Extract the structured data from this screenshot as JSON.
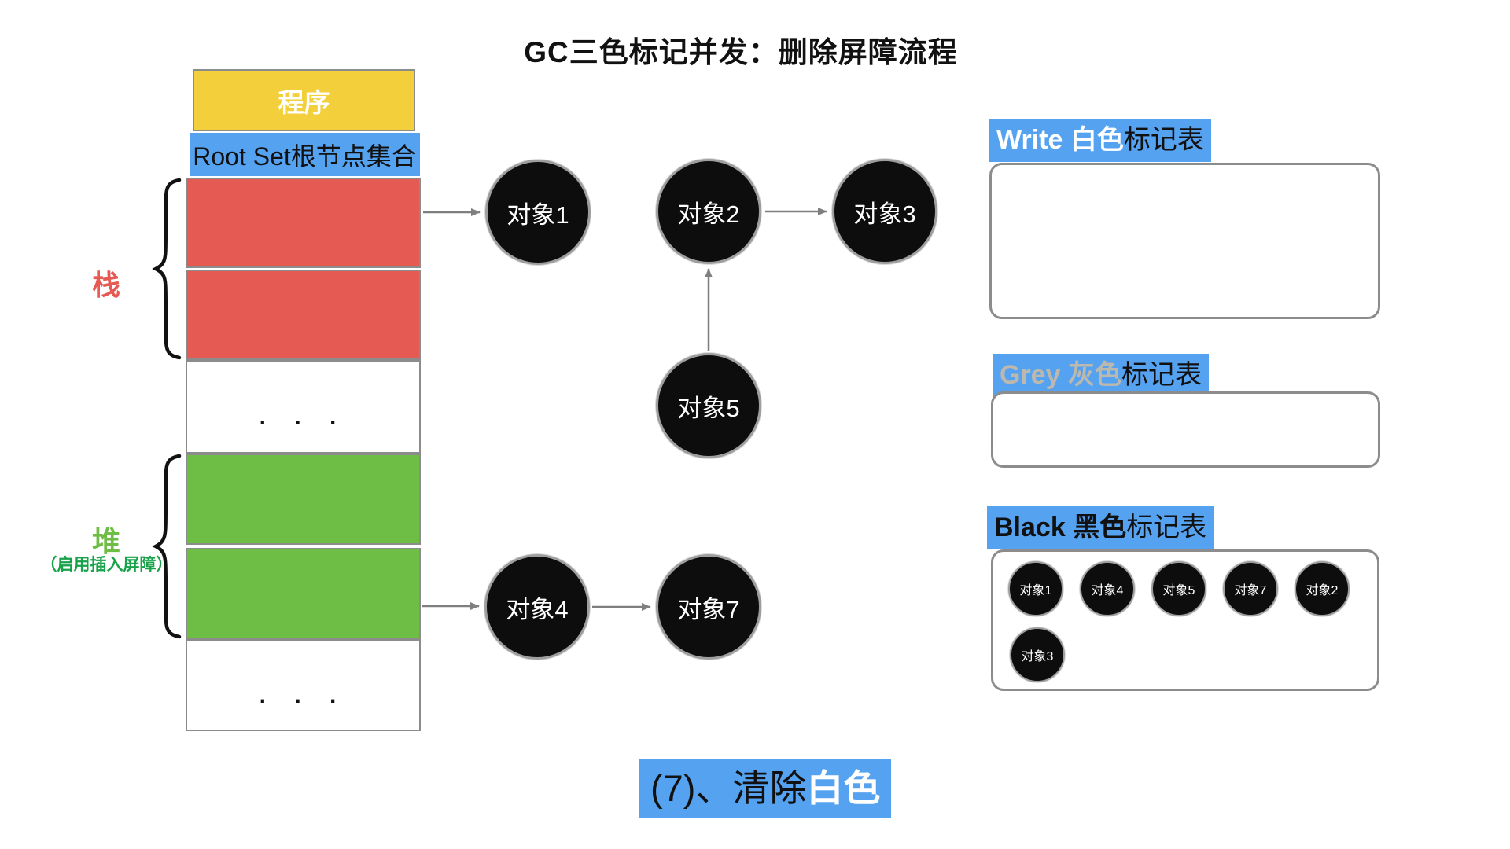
{
  "title": "GC三色标记并发：删除屏障流程",
  "memory": {
    "program": "程序",
    "root_set": "Root Set根节点集合",
    "stack_brace_label": "栈",
    "heap_brace_label": "堆",
    "heap_note": "（启用插入屏障）",
    "ellipsis1": ". . .",
    "ellipsis2": ". . ."
  },
  "nodes": {
    "obj1": "对象1",
    "obj2": "对象2",
    "obj3": "对象3",
    "obj5": "对象5",
    "obj4": "对象4",
    "obj7": "对象7"
  },
  "tables": {
    "white": {
      "name": "Write 白色",
      "suffix": "标记表",
      "items": []
    },
    "grey": {
      "name": "Grey 灰色",
      "suffix": "标记表",
      "items": []
    },
    "black": {
      "name": "Black 黑色",
      "suffix": "标记表",
      "items": [
        "对象1",
        "对象4",
        "对象5",
        "对象7",
        "对象2",
        "对象3"
      ]
    }
  },
  "caption": {
    "step": "(7)、清除",
    "highlight": "白色"
  },
  "colors": {
    "blue": "#55a2f0",
    "red": "#e65a54",
    "green": "#6ebd45",
    "yellow": "#f2cf3b",
    "dark_green_note": "#18a24a",
    "node_fill": "#0d0d0d",
    "border_gray": "#8c8c8c",
    "arrow_gray": "#7f7f7f",
    "grey_label_text": "#bdb8ae"
  }
}
